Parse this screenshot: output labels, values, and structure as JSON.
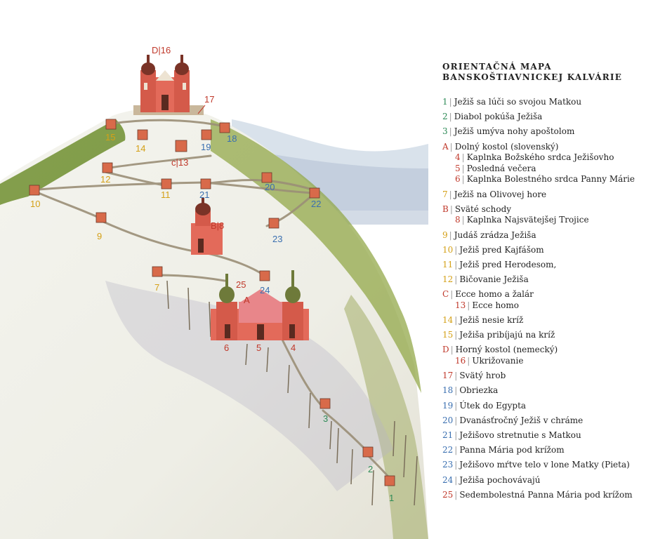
{
  "legend": {
    "title_line1": "Orientačná mapa",
    "title_line2": "banskoštiavnickej kalvárie",
    "items": [
      {
        "num": "1",
        "text": "Ježiš sa lúči so svojou Matkou",
        "color": "#2e8b57",
        "sub": false
      },
      {
        "num": "2",
        "text": "Diabol pokúša Ježiša",
        "color": "#2e8b57",
        "sub": false
      },
      {
        "num": "3",
        "text": "Ježiš umýva nohy apoštolom",
        "color": "#2e8b57",
        "sub": false
      },
      {
        "num": "A",
        "text": "Dolný kostol (slovenský)",
        "color": "#c0392b",
        "sub": false
      },
      {
        "num": "4",
        "text": "Kaplnka Božského srdca Ježišovho",
        "color": "#c0392b",
        "sub": true
      },
      {
        "num": "5",
        "text": "Posledná večera",
        "color": "#c0392b",
        "sub": true
      },
      {
        "num": "6",
        "text": "Kaplnka Bolestného srdca Panny Márie",
        "color": "#c0392b",
        "sub": true
      },
      {
        "num": "7",
        "text": "Ježiš na Olivovej hore",
        "color": "#d4a017",
        "sub": false
      },
      {
        "num": "B",
        "text": "Sväté schody",
        "color": "#c0392b",
        "sub": false
      },
      {
        "num": "8",
        "text": "Kaplnka Najsvätejšej Trojice",
        "color": "#c0392b",
        "sub": true
      },
      {
        "num": "9",
        "text": "Judáš zrádza Ježiša",
        "color": "#d4a017",
        "sub": false
      },
      {
        "num": "10",
        "text": "Ježiš pred Kajfášom",
        "color": "#d4a017",
        "sub": false
      },
      {
        "num": "11",
        "text": "Ježiš pred Herodesom,",
        "color": "#d4a017",
        "sub": false
      },
      {
        "num": "12",
        "text": "Bičovanie Ježiša",
        "color": "#d4a017",
        "sub": false
      },
      {
        "num": "C",
        "text": "Ecce homo a žalár",
        "color": "#c0392b",
        "sub": false
      },
      {
        "num": "13",
        "text": "Ecce homo",
        "color": "#c0392b",
        "sub": true
      },
      {
        "num": "14",
        "text": "Ježiš nesie kríž",
        "color": "#d4a017",
        "sub": false
      },
      {
        "num": "15",
        "text": "Ježiša pribíjajú na kríž",
        "color": "#d4a017",
        "sub": false
      },
      {
        "num": "D",
        "text": "Horný kostol (nemecký)",
        "color": "#c0392b",
        "sub": false
      },
      {
        "num": "16",
        "text": "Ukrižovanie",
        "color": "#c0392b",
        "sub": true
      },
      {
        "num": "17",
        "text": "Svätý hrob",
        "color": "#c0392b",
        "sub": false
      },
      {
        "num": "18",
        "text": "Obriezka",
        "color": "#3a6fb0",
        "sub": false
      },
      {
        "num": "19",
        "text": "Útek do Egypta",
        "color": "#3a6fb0",
        "sub": false
      },
      {
        "num": "20",
        "text": "Dvanásťročný Ježiš v chráme",
        "color": "#3a6fb0",
        "sub": false
      },
      {
        "num": "21",
        "text": "Ježišovo stretnutie s Matkou",
        "color": "#3a6fb0",
        "sub": false
      },
      {
        "num": "22",
        "text": "Panna Mária pod krížom",
        "color": "#3a6fb0",
        "sub": false
      },
      {
        "num": "23",
        "text": "Ježišovo mŕtve telo v lone Matky (Pieta)",
        "color": "#3a6fb0",
        "sub": false
      },
      {
        "num": "24",
        "text": "Ježiša pochovávajú",
        "color": "#3a6fb0",
        "sub": false
      },
      {
        "num": "25",
        "text": "Sedembolestná Panna Mária pod krížom",
        "color": "#c0392b",
        "sub": false
      }
    ]
  },
  "map": {
    "labels": {
      "D16": "D|16",
      "l17": "17",
      "l15": "15",
      "l14": "14",
      "l19": "19",
      "l18": "18",
      "C13": "c|13",
      "l12": "12",
      "l11": "11",
      "l21": "21",
      "l20": "20",
      "l10": "10",
      "l22": "22",
      "B8": "B|8",
      "l9": "9",
      "l23": "23",
      "l7": "7",
      "l25": "25",
      "A": "A",
      "l24": "24",
      "l6": "6",
      "l5": "5",
      "l4": "4",
      "l3": "3",
      "l2": "2",
      "l1": "1"
    },
    "colors": {
      "red": "#c0392b",
      "gold": "#d4a017",
      "blue": "#3a6fb0",
      "green": "#2e8b57"
    }
  }
}
